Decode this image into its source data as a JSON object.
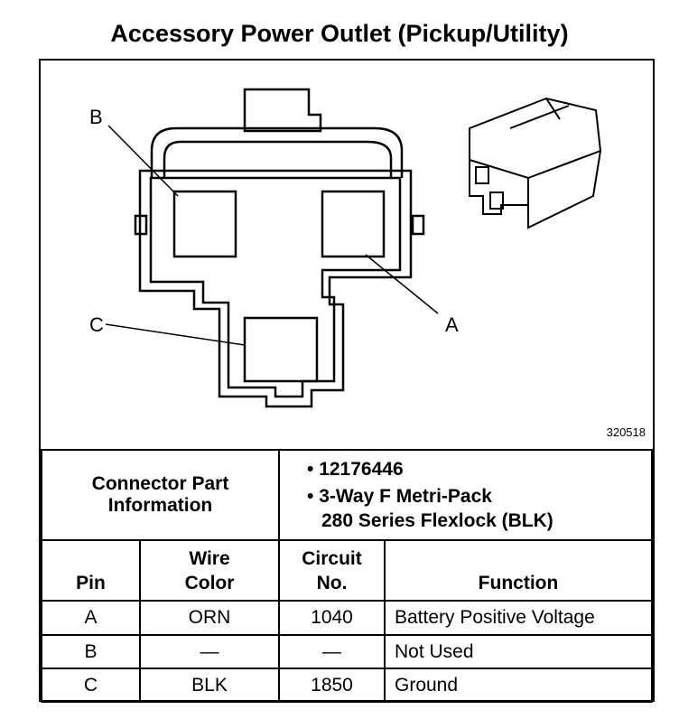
{
  "title": "Accessory Power Outlet (Pickup/Utility)",
  "diagram": {
    "labels": {
      "a": "A",
      "b": "B",
      "c": "C"
    },
    "figure_number": "320518"
  },
  "part_info": {
    "heading": "Connector Part Information",
    "items": [
      "12176446",
      "3-Way F Metri-Pack 280 Series Flexlock (BLK)"
    ],
    "item2_line1": "3-Way F Metri-Pack",
    "item2_line2": "280 Series Flexlock (BLK)"
  },
  "columns": {
    "pin": "Pin",
    "wire_color_1": "Wire",
    "wire_color_2": "Color",
    "circuit_1": "Circuit",
    "circuit_2": "No.",
    "function": "Function"
  },
  "rows": [
    {
      "pin": "A",
      "wire": "ORN",
      "circuit": "1040",
      "function": "Battery Positive Voltage"
    },
    {
      "pin": "B",
      "wire": "—",
      "circuit": "—",
      "function": "Not Used"
    },
    {
      "pin": "C",
      "wire": "BLK",
      "circuit": "1850",
      "function": "Ground"
    }
  ]
}
